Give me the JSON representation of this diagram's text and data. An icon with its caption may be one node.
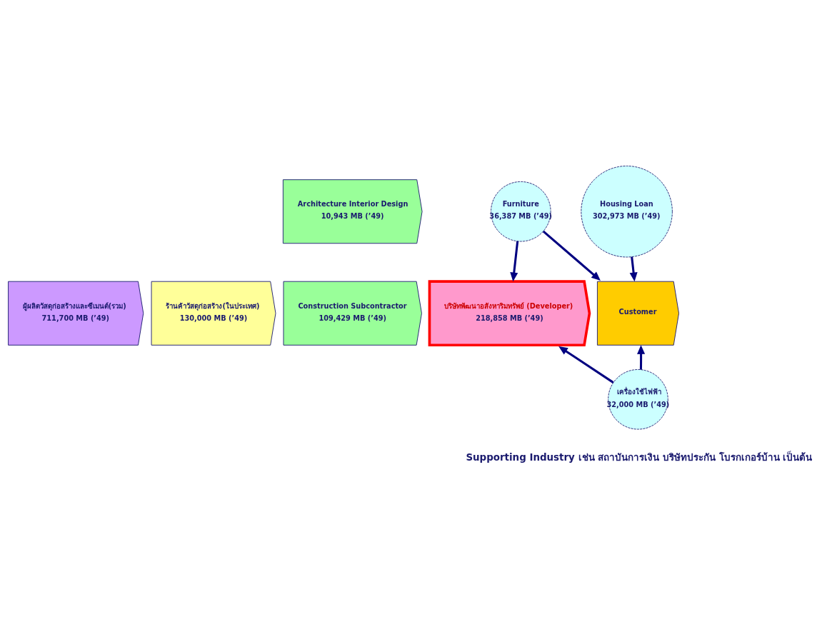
{
  "diagram": {
    "nodes": [
      {
        "text": [
          "ผู้ผลิตวัสดุก่อสร้างและซีเมนต์(รวม)",
          "711,700 MB (’49)"
        ]
      },
      {
        "text": [
          "ร้านค้าวัสดุก่อสร้าง(ในประเทศ)",
          "130,000 MB (’49)"
        ]
      },
      {
        "text": [
          "Architecture Interior Design",
          "10,943 MB (’49)"
        ]
      },
      {
        "text": [
          "Construction Subcontractor",
          "109,429 MB (’49)"
        ]
      },
      {
        "text": [
          "บริษัทพัฒนาอสังหาริมทรัพย์ (Developer)",
          "218,858 MB (’49)"
        ]
      },
      {
        "text": [
          "Customer"
        ]
      },
      {
        "text": [
          "Furniture",
          "36,387 MB (’49)"
        ]
      },
      {
        "text": [
          "Housing Loan",
          "302,973 MB (’49)"
        ]
      },
      {
        "text": [
          "เครื่องใช้ไฟฟ้า",
          "32,000 MB (’49)"
        ]
      }
    ],
    "edges": [
      {
        "from": 6,
        "to": 4,
        "arrow": "to"
      },
      {
        "from": 6,
        "to": 5,
        "arrow": "to"
      },
      {
        "from": 7,
        "to": 5,
        "arrow": "to"
      },
      {
        "from": 8,
        "to": 4,
        "arrow": "to"
      },
      {
        "from": 8,
        "to": 5,
        "arrow": "to"
      }
    ],
    "labels": [
      "Supporting Industry เช่น สถาบันการเงิน บริษัทประกัน โบรกเกอร์บ้าน เป็นต้น"
    ]
  }
}
